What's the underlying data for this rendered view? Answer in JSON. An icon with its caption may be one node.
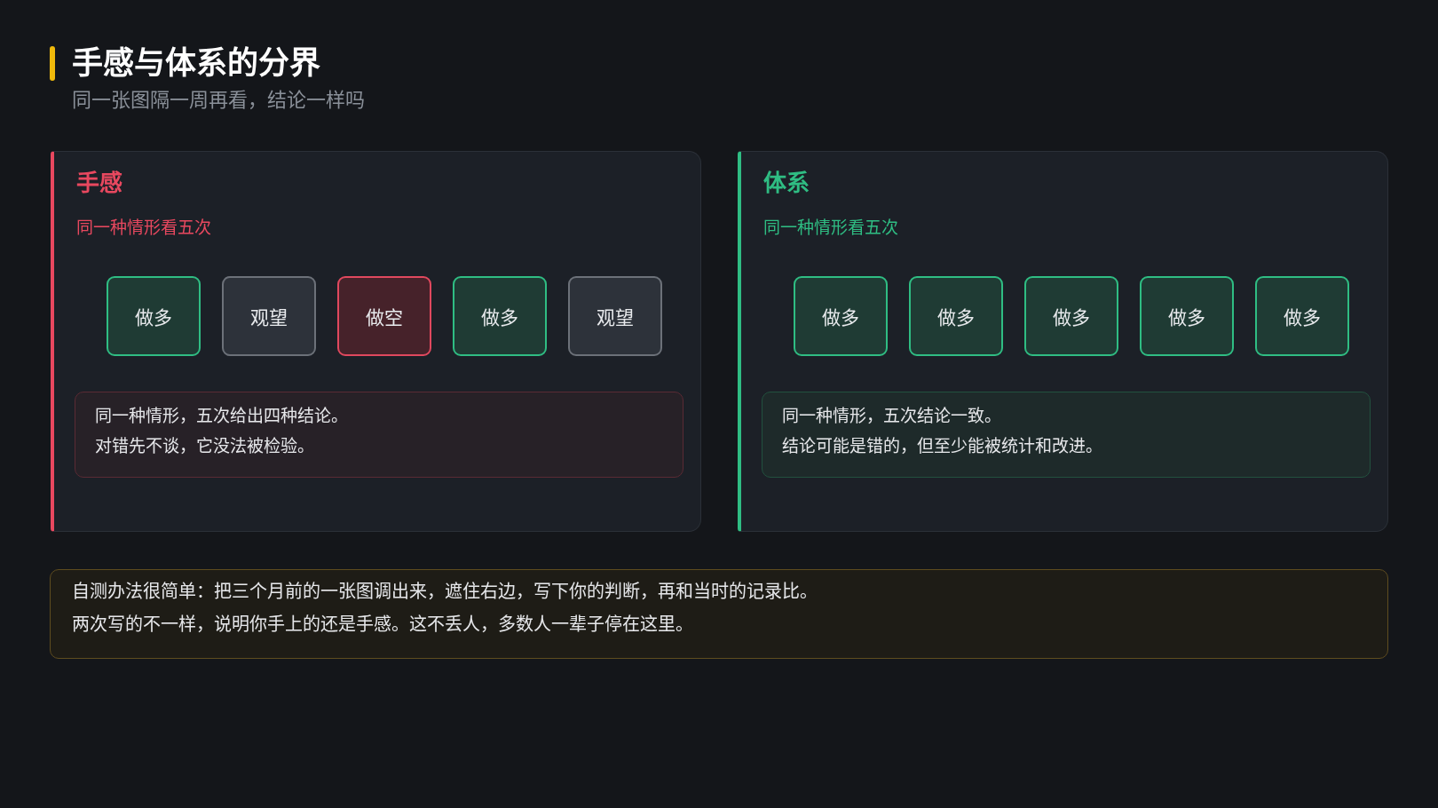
{
  "diagram": {
    "title": "手感与体系的分界",
    "nodes": [
      {
        "text": [
          "手感",
          "同一种情形看五次"
        ]
      },
      {
        "text": [
          "做多"
        ],
        "in": 0
      },
      {
        "text": [
          "观望"
        ],
        "in": 0
      },
      {
        "text": [
          "做空"
        ],
        "in": 0
      },
      {
        "text": [
          "做多"
        ],
        "in": 0
      },
      {
        "text": [
          "观望"
        ],
        "in": 0
      },
      {
        "text": [
          "同一种情形，五次给出四种结论。",
          "对错先不谈，它没法被检验。"
        ],
        "in": 0
      },
      {
        "text": [
          "体系",
          "同一种情形看五次"
        ]
      },
      {
        "text": [
          "做多"
        ],
        "in": 7
      },
      {
        "text": [
          "做多"
        ],
        "in": 7
      },
      {
        "text": [
          "做多"
        ],
        "in": 7
      },
      {
        "text": [
          "做多"
        ],
        "in": 7
      },
      {
        "text": [
          "做多"
        ],
        "in": 7
      },
      {
        "text": [
          "同一种情形，五次结论一致。",
          "结论可能是错的，但至少能被统计和改进。"
        ],
        "in": 7
      },
      {
        "text": [
          "自测办法很简单：把三个月前的一张图调出来，遮住右边，写下你的判断，再和当时的记录比。",
          "两次写的不一样，说明你手上的还是手感。这不丢人，多数人一辈子停在这里。"
        ]
      }
    ],
    "labels": [
      "同一张图隔一周再看，结论一样吗"
    ]
  }
}
